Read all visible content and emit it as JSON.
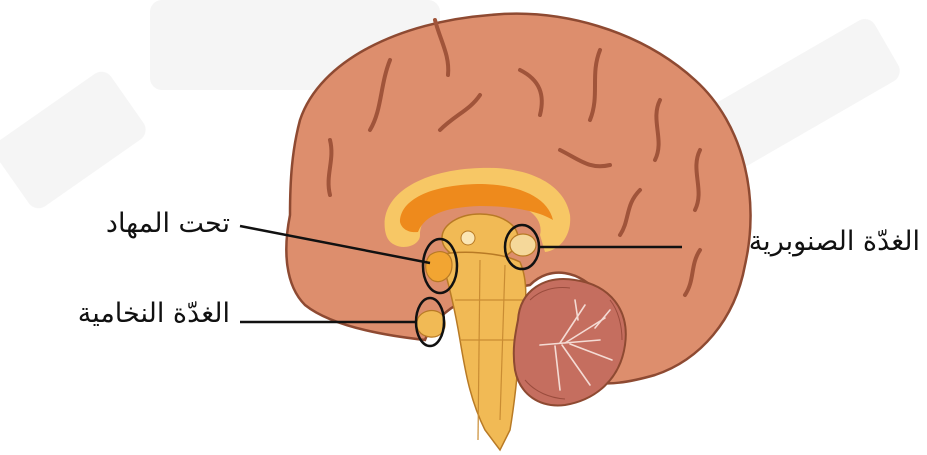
{
  "diagram": {
    "labels": {
      "hypothalamus": "تحت المهاد",
      "pituitary": "الغدّة النخامية",
      "pineal": "الغدّة الصنوبرية"
    }
  },
  "colors": {
    "cortex": "#dd8e6d",
    "cortex_outline": "#8e4a32",
    "sulcus": "#a0543a",
    "corpus_callosum": "#f7c765",
    "corpus_inner": "#ee8a1c",
    "brainstem": "#f1ba55",
    "cerebellum": "#c56e5f",
    "cerebellum_lines": "#f4dbd4",
    "callout": "#111111"
  }
}
